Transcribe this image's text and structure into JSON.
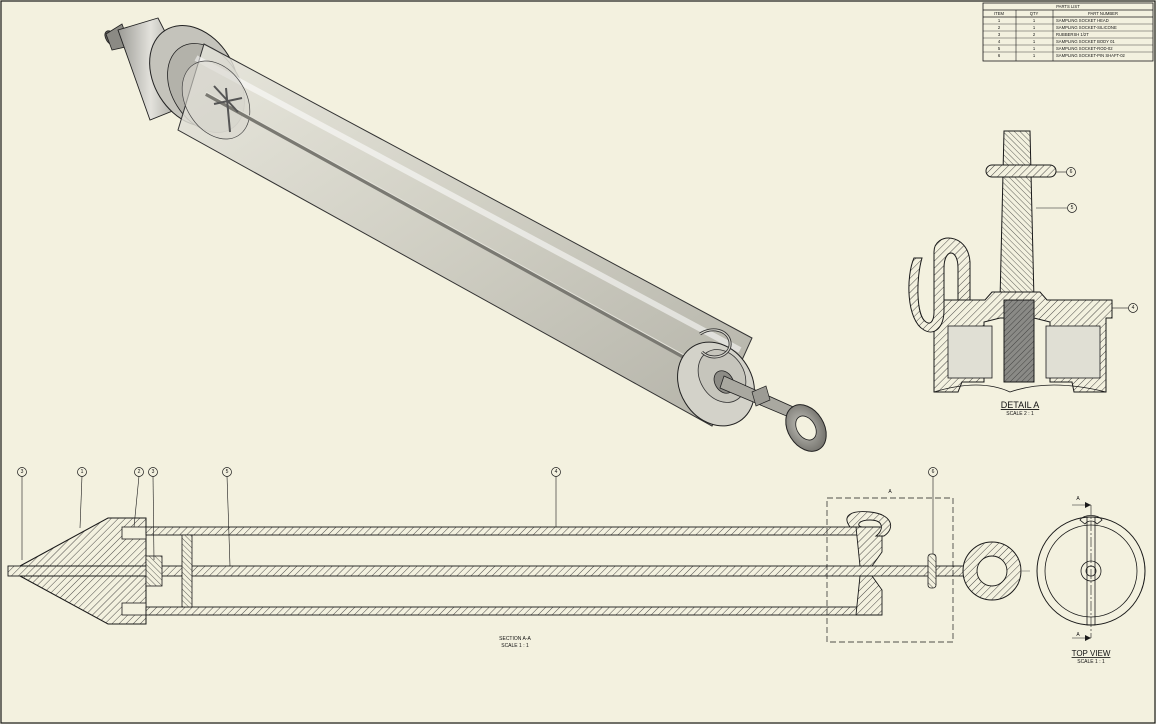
{
  "parts_list": {
    "title": "PARTS LIST",
    "headers": [
      "ITEM",
      "QTY",
      "PART NUMBER"
    ],
    "rows": [
      [
        "1",
        "1",
        "SAMPLING SOCKET HEAD"
      ],
      [
        "2",
        "1",
        "SAMPLING SOCKET-SILICONE"
      ],
      [
        "3",
        "2",
        "RUBBERSH 1/2T"
      ],
      [
        "4",
        "1",
        "SAMPLING SOCKET BODY 01"
      ],
      [
        "5",
        "1",
        "SAMPLING SOCKET-ROD-02"
      ],
      [
        "6",
        "1",
        "SAMPLING SOCKET-PIN SHAFT-02"
      ]
    ]
  },
  "detail_view": {
    "title": "DETAIL A",
    "scale": "SCALE 2 : 1",
    "balloons": [
      "6",
      "5",
      "4"
    ]
  },
  "section_view": {
    "title": "SECTION A-A",
    "scale": "SCALE 1 : 1",
    "detail_marker": "A",
    "balloons": [
      "3",
      "1",
      "2",
      "3",
      "5",
      "4",
      "6"
    ]
  },
  "top_view": {
    "title": "TOP VIEW",
    "scale": "SCALE 1 : 1",
    "section_marker_top": "A",
    "section_marker_bottom": "A"
  },
  "colors": {
    "paper": "#f3f1df",
    "line": "#1a1a1a",
    "hatch_fill": "#b8b8b2",
    "tube": "#cfcdc2"
  }
}
